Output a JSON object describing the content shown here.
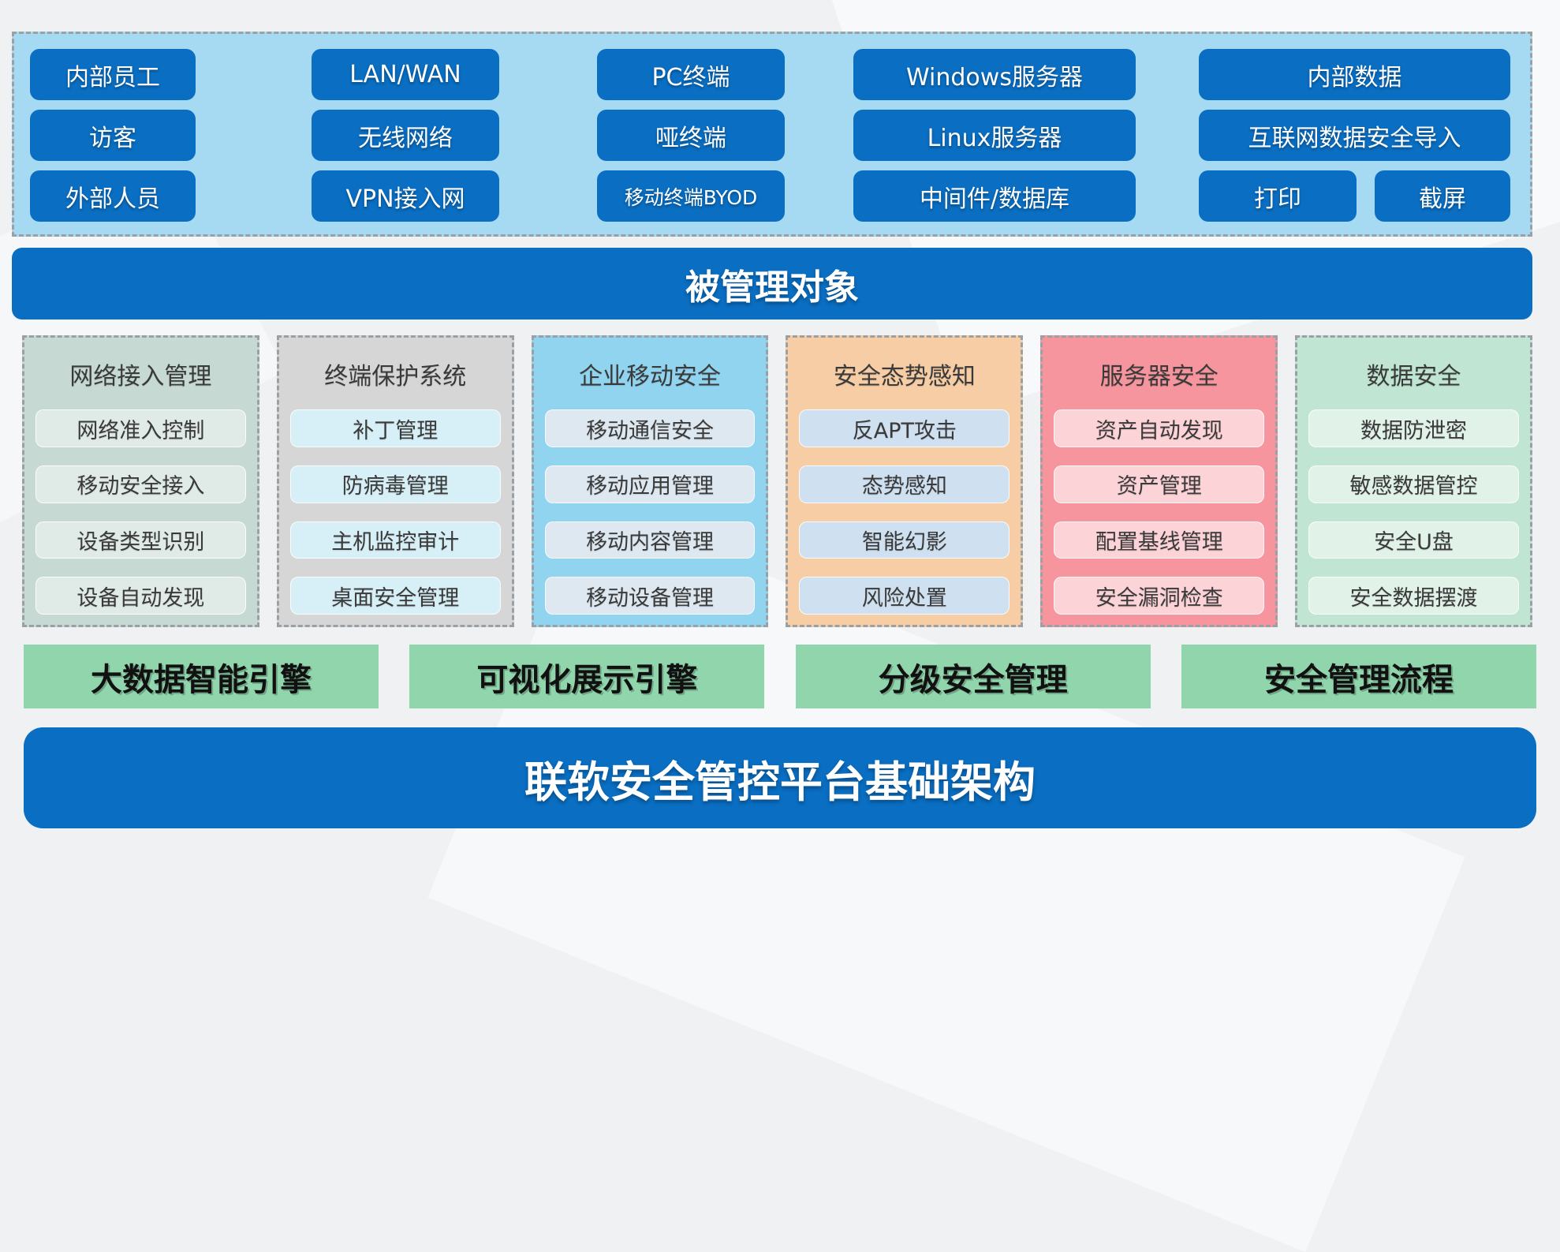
{
  "colors": {
    "page_bg": "#eff1f3",
    "chip_blue": "#0a6ec2",
    "bar_blue": "#0a6ec2",
    "dashed_border": "#9aa0a4",
    "engine_green": "#90d5ac"
  },
  "managed_zone": {
    "bg": "#a6d9f2",
    "columns": [
      {
        "name": "users",
        "items": [
          "内部员工",
          "访客",
          "外部人员"
        ]
      },
      {
        "name": "network",
        "items": [
          "LAN/WAN",
          "无线网络",
          "VPN接入网"
        ]
      },
      {
        "name": "terminals",
        "items": [
          "PC终端",
          "哑终端",
          "移动终端BYOD"
        ]
      },
      {
        "name": "servers",
        "items": [
          "Windows服务器",
          "Linux服务器",
          "中间件/数据库"
        ]
      },
      {
        "name": "data",
        "items": [
          "内部数据",
          "互联网数据安全导入"
        ],
        "pair": [
          "打印",
          "截屏"
        ]
      }
    ]
  },
  "managed_bar": {
    "label": "被管理对象"
  },
  "modules": [
    {
      "title": "网络接入管理",
      "bg": "#c6d9d3",
      "item_bg": "#e0eae6",
      "items": [
        "网络准入控制",
        "移动安全接入",
        "设备类型识别",
        "设备自动发现"
      ]
    },
    {
      "title": "终端保护系统",
      "bg": "#d6d6d6",
      "item_bg": "#d7eff6",
      "items": [
        "补丁管理",
        "防病毒管理",
        "主机监控审计",
        "桌面安全管理"
      ]
    },
    {
      "title": "企业移动安全",
      "bg": "#90d4f0",
      "item_bg": "#dde8f0",
      "items": [
        "移动通信安全",
        "移动应用管理",
        "移动内容管理",
        "移动设备管理"
      ]
    },
    {
      "title": "安全态势感知",
      "bg": "#f7cda5",
      "item_bg": "#cfe0f0",
      "items": [
        "反APT攻击",
        "态势感知",
        "智能幻影",
        "风险处置"
      ]
    },
    {
      "title": "服务器安全",
      "bg": "#f7959e",
      "item_bg": "#fcd3d7",
      "items": [
        "资产自动发现",
        "资产管理",
        "配置基线管理",
        "安全漏洞检查"
      ]
    },
    {
      "title": "数据安全",
      "bg": "#c0e6d3",
      "item_bg": "#e1f2e9",
      "items": [
        "数据防泄密",
        "敏感数据管控",
        "安全U盘",
        "安全数据摆渡"
      ]
    }
  ],
  "engines": {
    "bg": "#90d5ac",
    "items": [
      "大数据智能引擎",
      "可视化展示引擎",
      "分级安全管理",
      "安全管理流程"
    ]
  },
  "footer": {
    "label": "联软安全管控平台基础架构"
  }
}
